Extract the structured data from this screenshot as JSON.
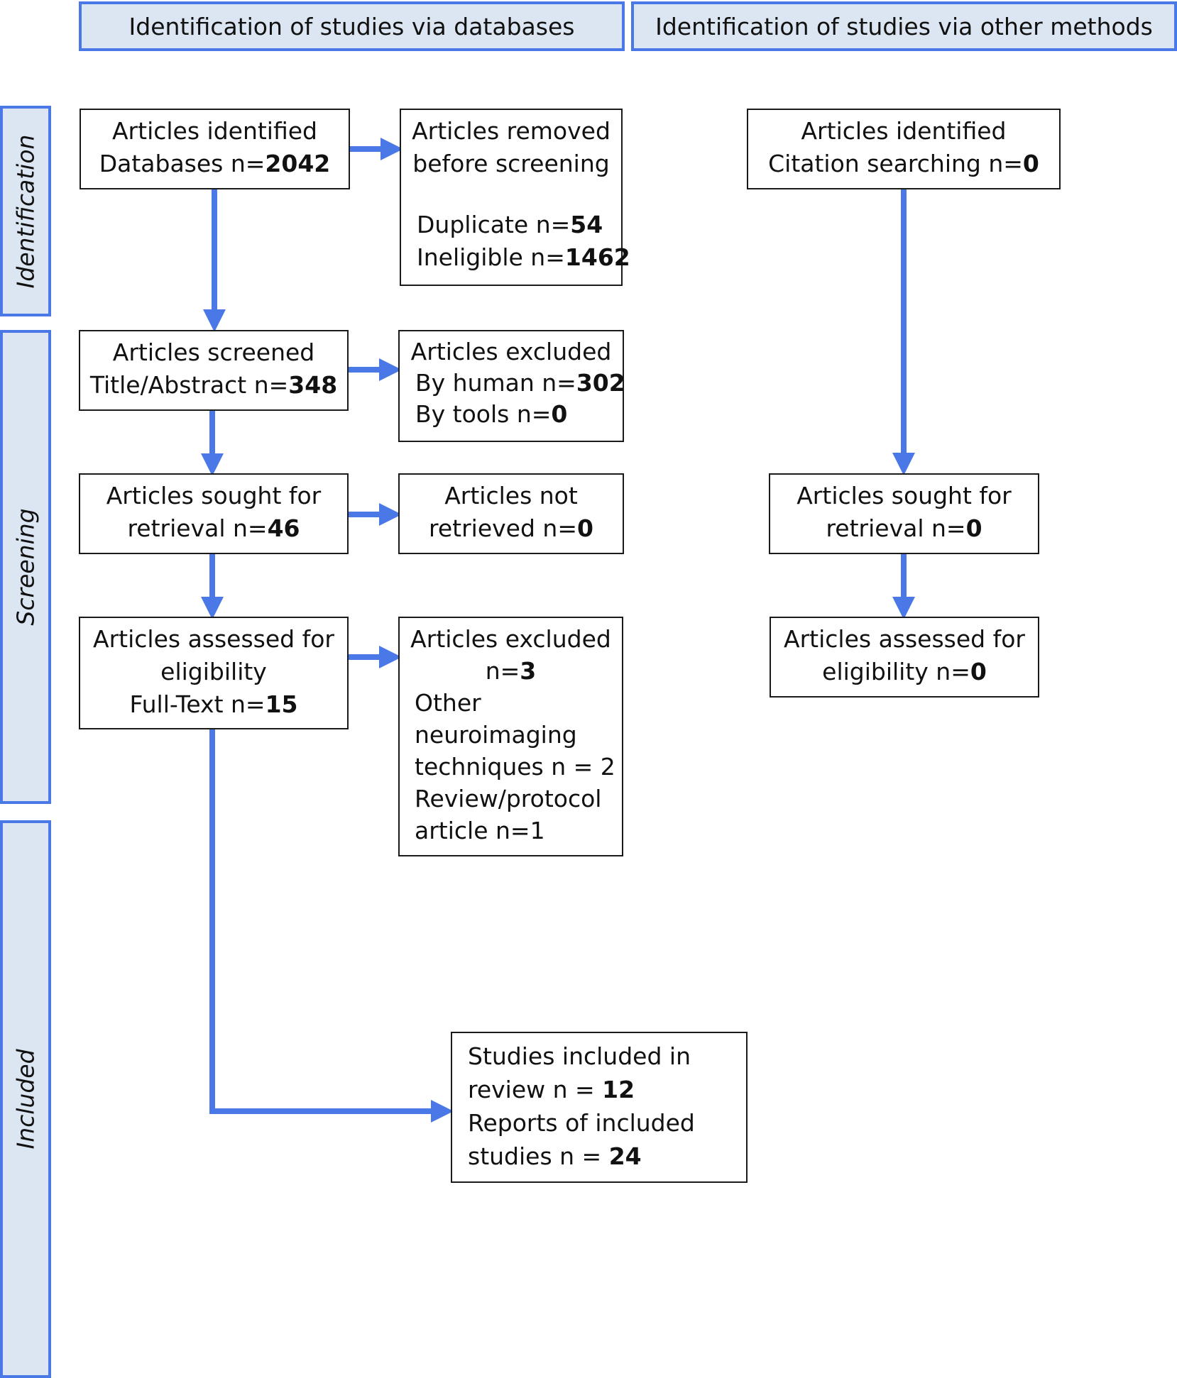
{
  "headers": {
    "databases": "Identification of studies via databases",
    "other": "Identification of studies via other methods"
  },
  "phases": {
    "identification": "Identification",
    "screening": "Screening",
    "included": "Included"
  },
  "databases": {
    "identified": {
      "l1": "Articles identified",
      "l2_text": "Databases n=",
      "l2_val": "2042"
    },
    "removed": {
      "l1": "Articles removed",
      "l2": "before screening",
      "l3_text": "Duplicate n=",
      "l3_val": "54",
      "l4_text": "Ineligible n=",
      "l4_val": "1462"
    },
    "screened": {
      "l1": "Articles screened",
      "l2_text": "Title/Abstract n=",
      "l2_val": "348"
    },
    "excluded": {
      "l1": "Articles excluded",
      "l2_text": "By human n=",
      "l2_val": "302",
      "l3_text": "By tools n=",
      "l3_val": "0"
    },
    "sought": {
      "l1": "Articles sought for",
      "l2_text": "retrieval n=",
      "l2_val": "46"
    },
    "not_retrieved": {
      "l1": "Articles not",
      "l2_text": "retrieved n=",
      "l2_val": "0"
    },
    "assessed": {
      "l1": "Articles assessed for",
      "l2": "eligibility",
      "l3_text": "Full-Text n=",
      "l3_val": "15"
    },
    "excluded_full": {
      "l1": "Articles excluded",
      "l2_text": "n=",
      "l2_val": "3",
      "l3": "Other",
      "l4": "neuroimaging",
      "l5": "techniques n = 2",
      "l6": "Review/protocol",
      "l7": "article n=1"
    },
    "included": {
      "l1": "Studies included in",
      "l2_text": "review n = ",
      "l2_val": "12",
      "l3": "Reports of included",
      "l4_text": "studies n = ",
      "l4_val": "24"
    }
  },
  "other": {
    "identified": {
      "l1": "Articles identified",
      "l2_text": "Citation searching n=",
      "l2_val": "0"
    },
    "sought": {
      "l1": "Articles sought for",
      "l2_text": "retrieval n=",
      "l2_val": "0"
    },
    "assessed": {
      "l1": "Articles assessed for",
      "l2_text": "eligibility n=",
      "l2_val": "0"
    }
  },
  "colors": {
    "accent": "#4a78e6",
    "header_fill": "#dce6f2",
    "box_border": "#1a1a1a"
  }
}
